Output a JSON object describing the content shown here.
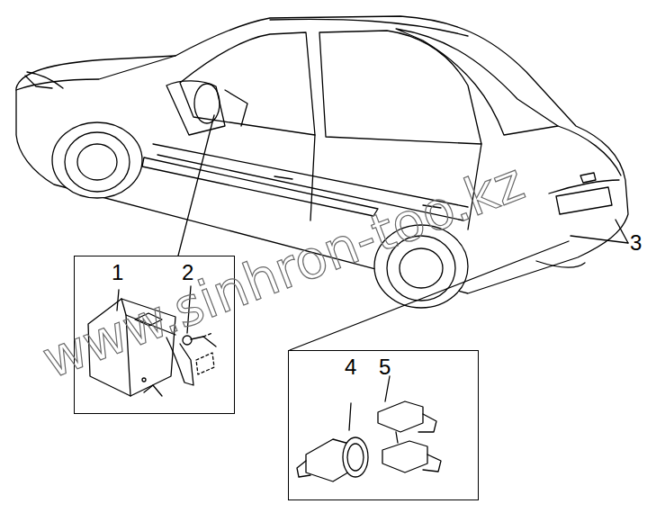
{
  "diagram": {
    "nodes": [
      {
        "text": [
          "1",
          "2"
        ]
      },
      {
        "text": [
          "4",
          "5"
        ]
      }
    ],
    "labels": [
      "3",
      "www.sinhron-too.kz"
    ]
  }
}
